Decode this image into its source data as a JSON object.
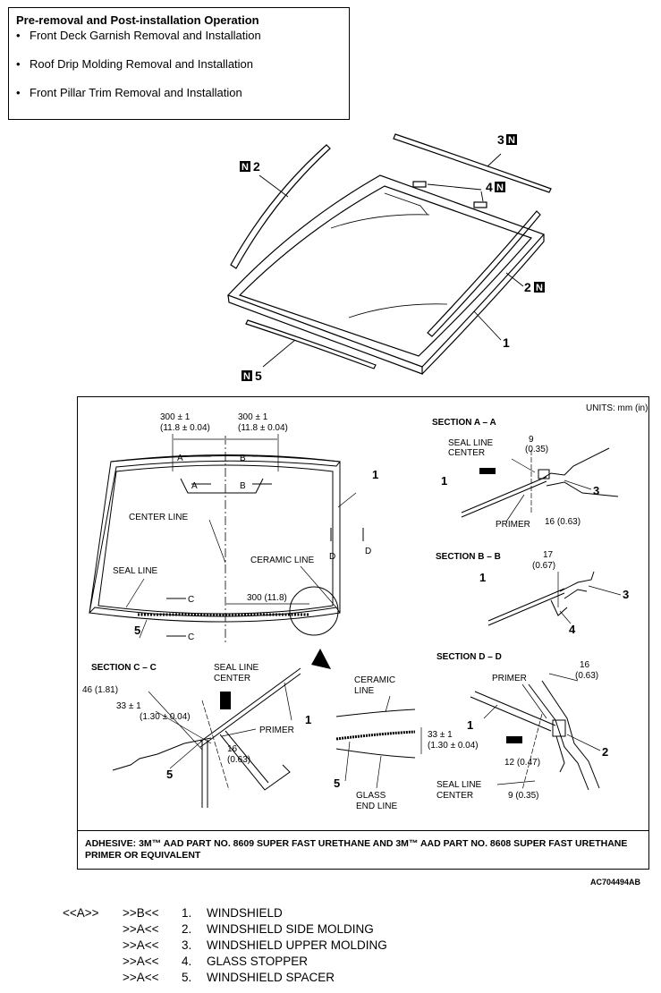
{
  "pre_removal": {
    "title": "Pre-removal and Post-installation Operation",
    "items": [
      "Front Deck Garnish Removal and Installation",
      "Roof Drip Molding Removal and Installation",
      "Front Pillar Trim Removal and Installation"
    ]
  },
  "exploded": {
    "callouts": {
      "c1": "1",
      "c2_left": "2",
      "c2_right": "2",
      "c3": "3",
      "c4": "4",
      "c5": "5"
    },
    "n_mark": "N"
  },
  "detail": {
    "units": "UNITS: mm (in)",
    "front_view": {
      "dim_left_a": "300 ± 1",
      "dim_left_b": "(11.8 ± 0.04)",
      "dim_right_a": "300 ± 1",
      "dim_right_b": "(11.8 ± 0.04)",
      "center_line": "CENTER LINE",
      "ceramic_line": "CERAMIC LINE",
      "seal_line": "SEAL LINE",
      "dim_bottom": "300 (11.8)",
      "A": "A",
      "B": "B",
      "C": "C",
      "D": "D",
      "n1": "1",
      "n5": "5"
    },
    "section_aa": {
      "title": "SECTION A – A",
      "seal_line_center_a": "SEAL LINE",
      "seal_line_center_b": "CENTER",
      "dim9a": "9",
      "dim9b": "(0.35)",
      "primer": "PRIMER",
      "dim16": "16 (0.63)",
      "n1": "1",
      "n3": "3"
    },
    "section_bb": {
      "title": "SECTION B – B",
      "dim17a": "17",
      "dim17b": "(0.67)",
      "n1": "1",
      "n3": "3",
      "n4": "4"
    },
    "section_cc": {
      "title": "SECTION C – C",
      "seal_line_center_a": "SEAL LINE",
      "seal_line_center_b": "CENTER",
      "dim46": "46 (1.81)",
      "dim33a": "33 ± 1",
      "dim33b": "(1.30 ± 0.04)",
      "primer": "PRIMER",
      "dim16a": "16",
      "dim16b": "(0.63)",
      "n1": "1",
      "n5": "5"
    },
    "detail_zoom": {
      "ceramic_a": "CERAMIC",
      "ceramic_b": "LINE",
      "dim33a": "33 ± 1",
      "dim33b": "(1.30 ± 0.04)",
      "glass_a": "GLASS",
      "glass_b": "END LINE",
      "n5": "5"
    },
    "section_dd": {
      "title": "SECTION D – D",
      "primer": "PRIMER",
      "dim16a": "16",
      "dim16b": "(0.63)",
      "dim12": "12 (0.47)",
      "seal_line_center_a": "SEAL LINE",
      "seal_line_center_b": "CENTER",
      "dim9": "9 (0.35)",
      "n1": "1",
      "n2": "2"
    },
    "adhesive": "ADHESIVE: 3M™ AAD PART NO. 8609 SUPER FAST URETHANE AND 3M™ AAD PART NO. 8608 SUPER FAST URETHANE PRIMER OR EQUIVALENT",
    "figure_code": "AC704494AB"
  },
  "legend": [
    {
      "removal": "<<A>>",
      "install": ">>B<<",
      "num": "1.",
      "name": "WINDSHIELD"
    },
    {
      "removal": "",
      "install": ">>A<<",
      "num": "2.",
      "name": "WINDSHIELD SIDE MOLDING"
    },
    {
      "removal": "",
      "install": ">>A<<",
      "num": "3.",
      "name": "WINDSHIELD UPPER MOLDING"
    },
    {
      "removal": "",
      "install": ">>A<<",
      "num": "4.",
      "name": "GLASS STOPPER"
    },
    {
      "removal": "",
      "install": ">>A<<",
      "num": "5.",
      "name": "WINDSHIELD SPACER"
    }
  ]
}
